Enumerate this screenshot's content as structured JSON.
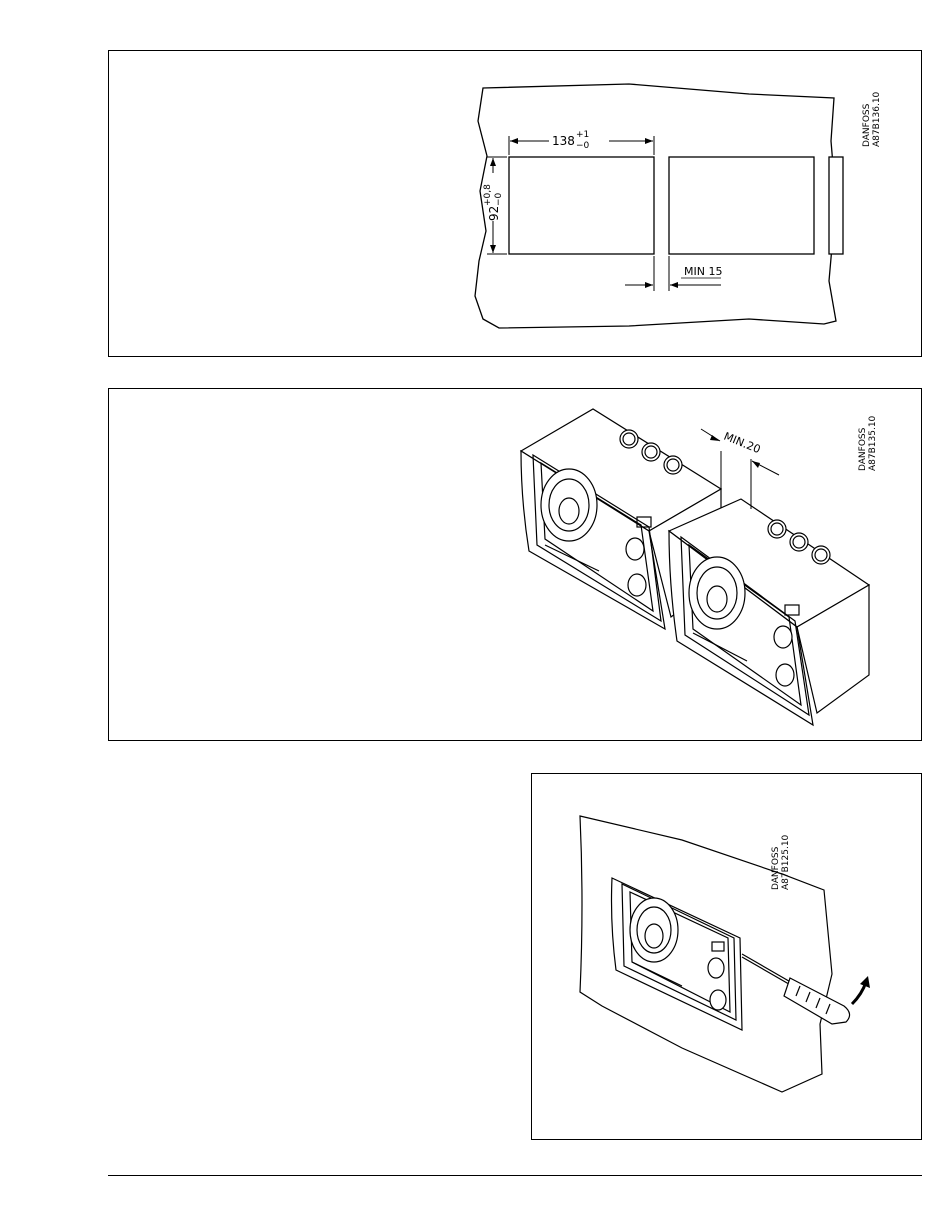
{
  "figure1": {
    "ref_brand": "DANFOSS",
    "ref_code": "A87B136.10",
    "width_base": "138",
    "width_tol_upper": "+1",
    "width_tol_lower": "−0",
    "height_base": "92",
    "height_tol_upper": "+0,8",
    "height_tol_lower": "−0",
    "min_spacing": "MIN  15"
  },
  "figure2": {
    "ref_brand": "DANFOSS",
    "ref_code": "A87B135.10",
    "min_spacing": "MIN.20"
  },
  "figure3": {
    "ref_brand": "DANFOSS",
    "ref_code": "A87B125.10"
  }
}
